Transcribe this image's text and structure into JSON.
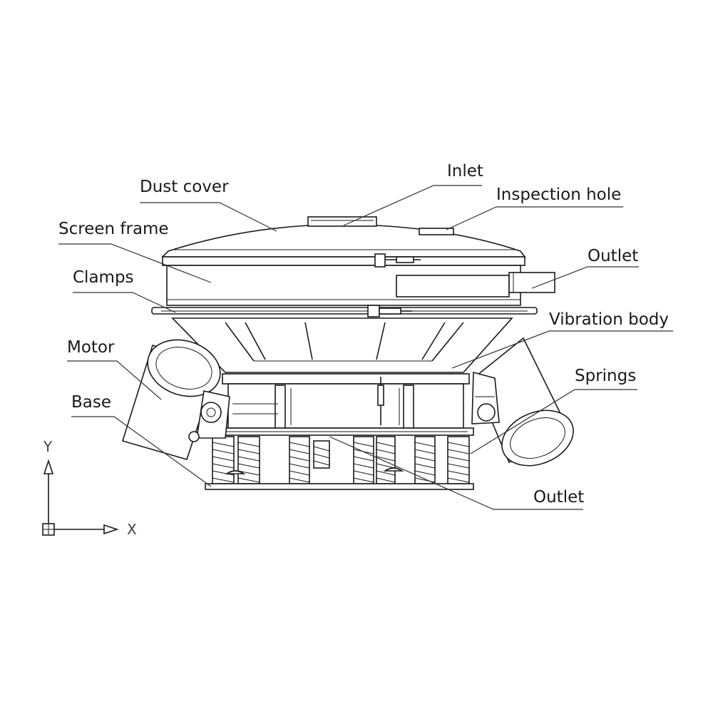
{
  "labels": {
    "inlet": "Inlet",
    "dust_cover": "Dust cover",
    "inspection_hole": "Inspection hole",
    "screen_frame": "Screen frame",
    "outlet_top": "Outlet",
    "clamps": "Clamps",
    "vibration_body": "Vibration body",
    "motor": "Motor",
    "springs": "Springs",
    "base": "Base",
    "outlet_bottom": "Outlet"
  },
  "axes": {
    "y": "Y",
    "x": "X"
  }
}
